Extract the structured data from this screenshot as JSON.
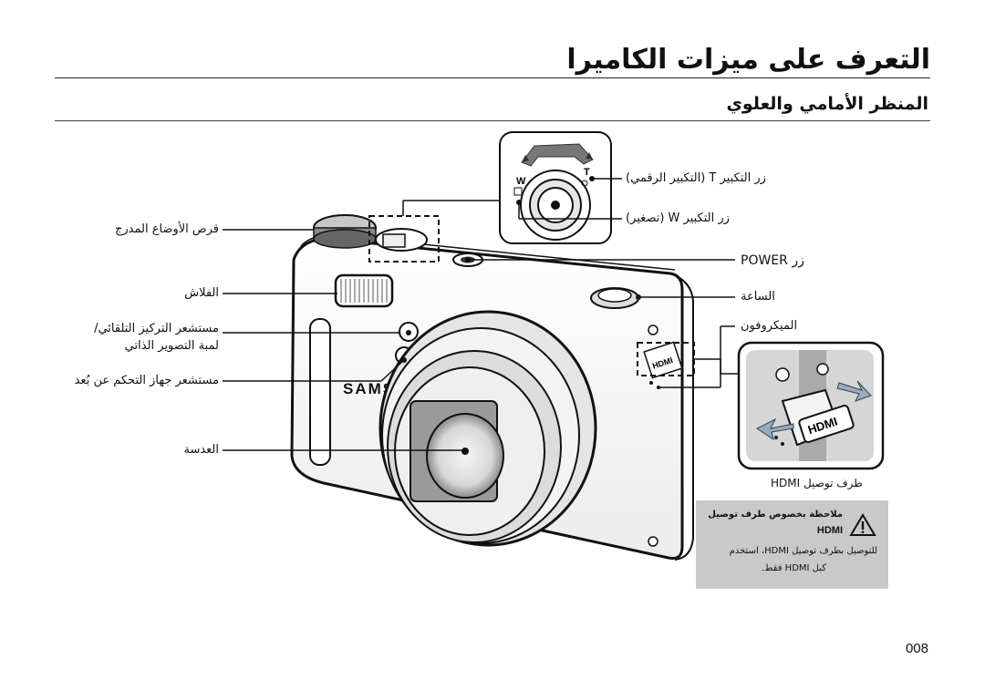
{
  "page": {
    "title": "التعرف على ميزات الكاميرا",
    "subtitle": "المنظر الأمامي والعلوي",
    "page_number": "008"
  },
  "callouts": {
    "zoom_t": "زر التكبير T (التكبير الرقمي)",
    "zoom_w": "زر التكبير W (تصغير)",
    "power": "زر POWER",
    "shutter": "الساعة",
    "mic": "الميكروفون",
    "mode_dial": "قرص الأوضاع المدرج",
    "flash": "الفلاش",
    "af_lamp_line1": "مستشعر التركيز التلقائي/",
    "af_lamp_line2": "لمبة التصوير الذاتي",
    "remote_sensor": "مستشعر جهاز التحكم عن بُعد",
    "lens": "العدسة",
    "hdmi_terminal": "طرف توصيل HDMI"
  },
  "camera": {
    "brand": "SAMSUNG",
    "zoom_t_mark": "T",
    "zoom_w_mark": "W",
    "hdmi_logo": "HDMI"
  },
  "warning": {
    "heading": "ملاحظة بخصوص طرف توصيل",
    "hdmi": "HDMI",
    "body_line1": "للتوصيل بطرف توصيل HDMI، استخدم",
    "body_line2": "كبل HDMI فقط.",
    "icon": "warning-triangle-icon"
  },
  "colors": {
    "text": "#111111",
    "warning_bg": "#c9c9c9"
  }
}
